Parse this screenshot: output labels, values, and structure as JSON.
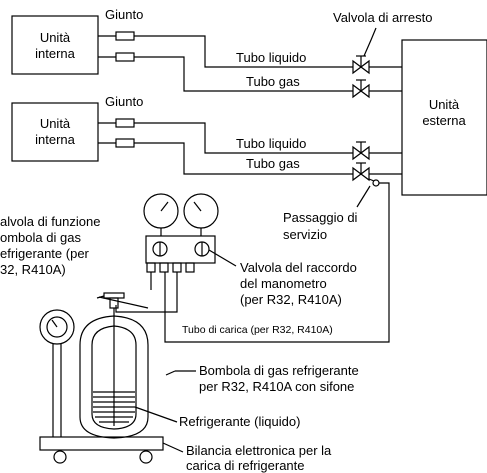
{
  "labels": {
    "giunto_top": "Giunto",
    "giunto_mid": "Giunto",
    "valvola_arresto": "Valvola di arresto",
    "unita_interna_1_l1": "Unità",
    "unita_interna_1_l2": "interna",
    "unita_interna_2_l1": "Unità",
    "unita_interna_2_l2": "interna",
    "unita_esterna_l1": "Unità",
    "unita_esterna_l2": "esterna",
    "tubo_liquido_1": "Tubo liquido",
    "tubo_gas_1": "Tubo gas",
    "tubo_liquido_2": "Tubo liquido",
    "tubo_gas_2": "Tubo gas",
    "valvola_funzione_l1": "alvola di funzione",
    "valvola_funzione_l2": "ombola di gas",
    "valvola_funzione_l3": "efrigerante (per",
    "valvola_funzione_l4": "32, R410A)",
    "passaggio_l1": "Passaggio di",
    "passaggio_l2": "servizio",
    "raccordo_l1": "Valvola del raccordo",
    "raccordo_l2": "del manometro",
    "raccordo_l3": "(per R32, R410A)",
    "tubo_carica": "Tubo di carica (per R32, R410A)",
    "bombola_l1": "Bombola di gas refrigerante",
    "bombola_l2": "per R32, R410A con sifone",
    "refrigerante_liquido": "Refrigerante (liquido)",
    "bilancia_l1": "Bilancia elettronica per la",
    "bilancia_l2": "carica di refrigerante"
  }
}
